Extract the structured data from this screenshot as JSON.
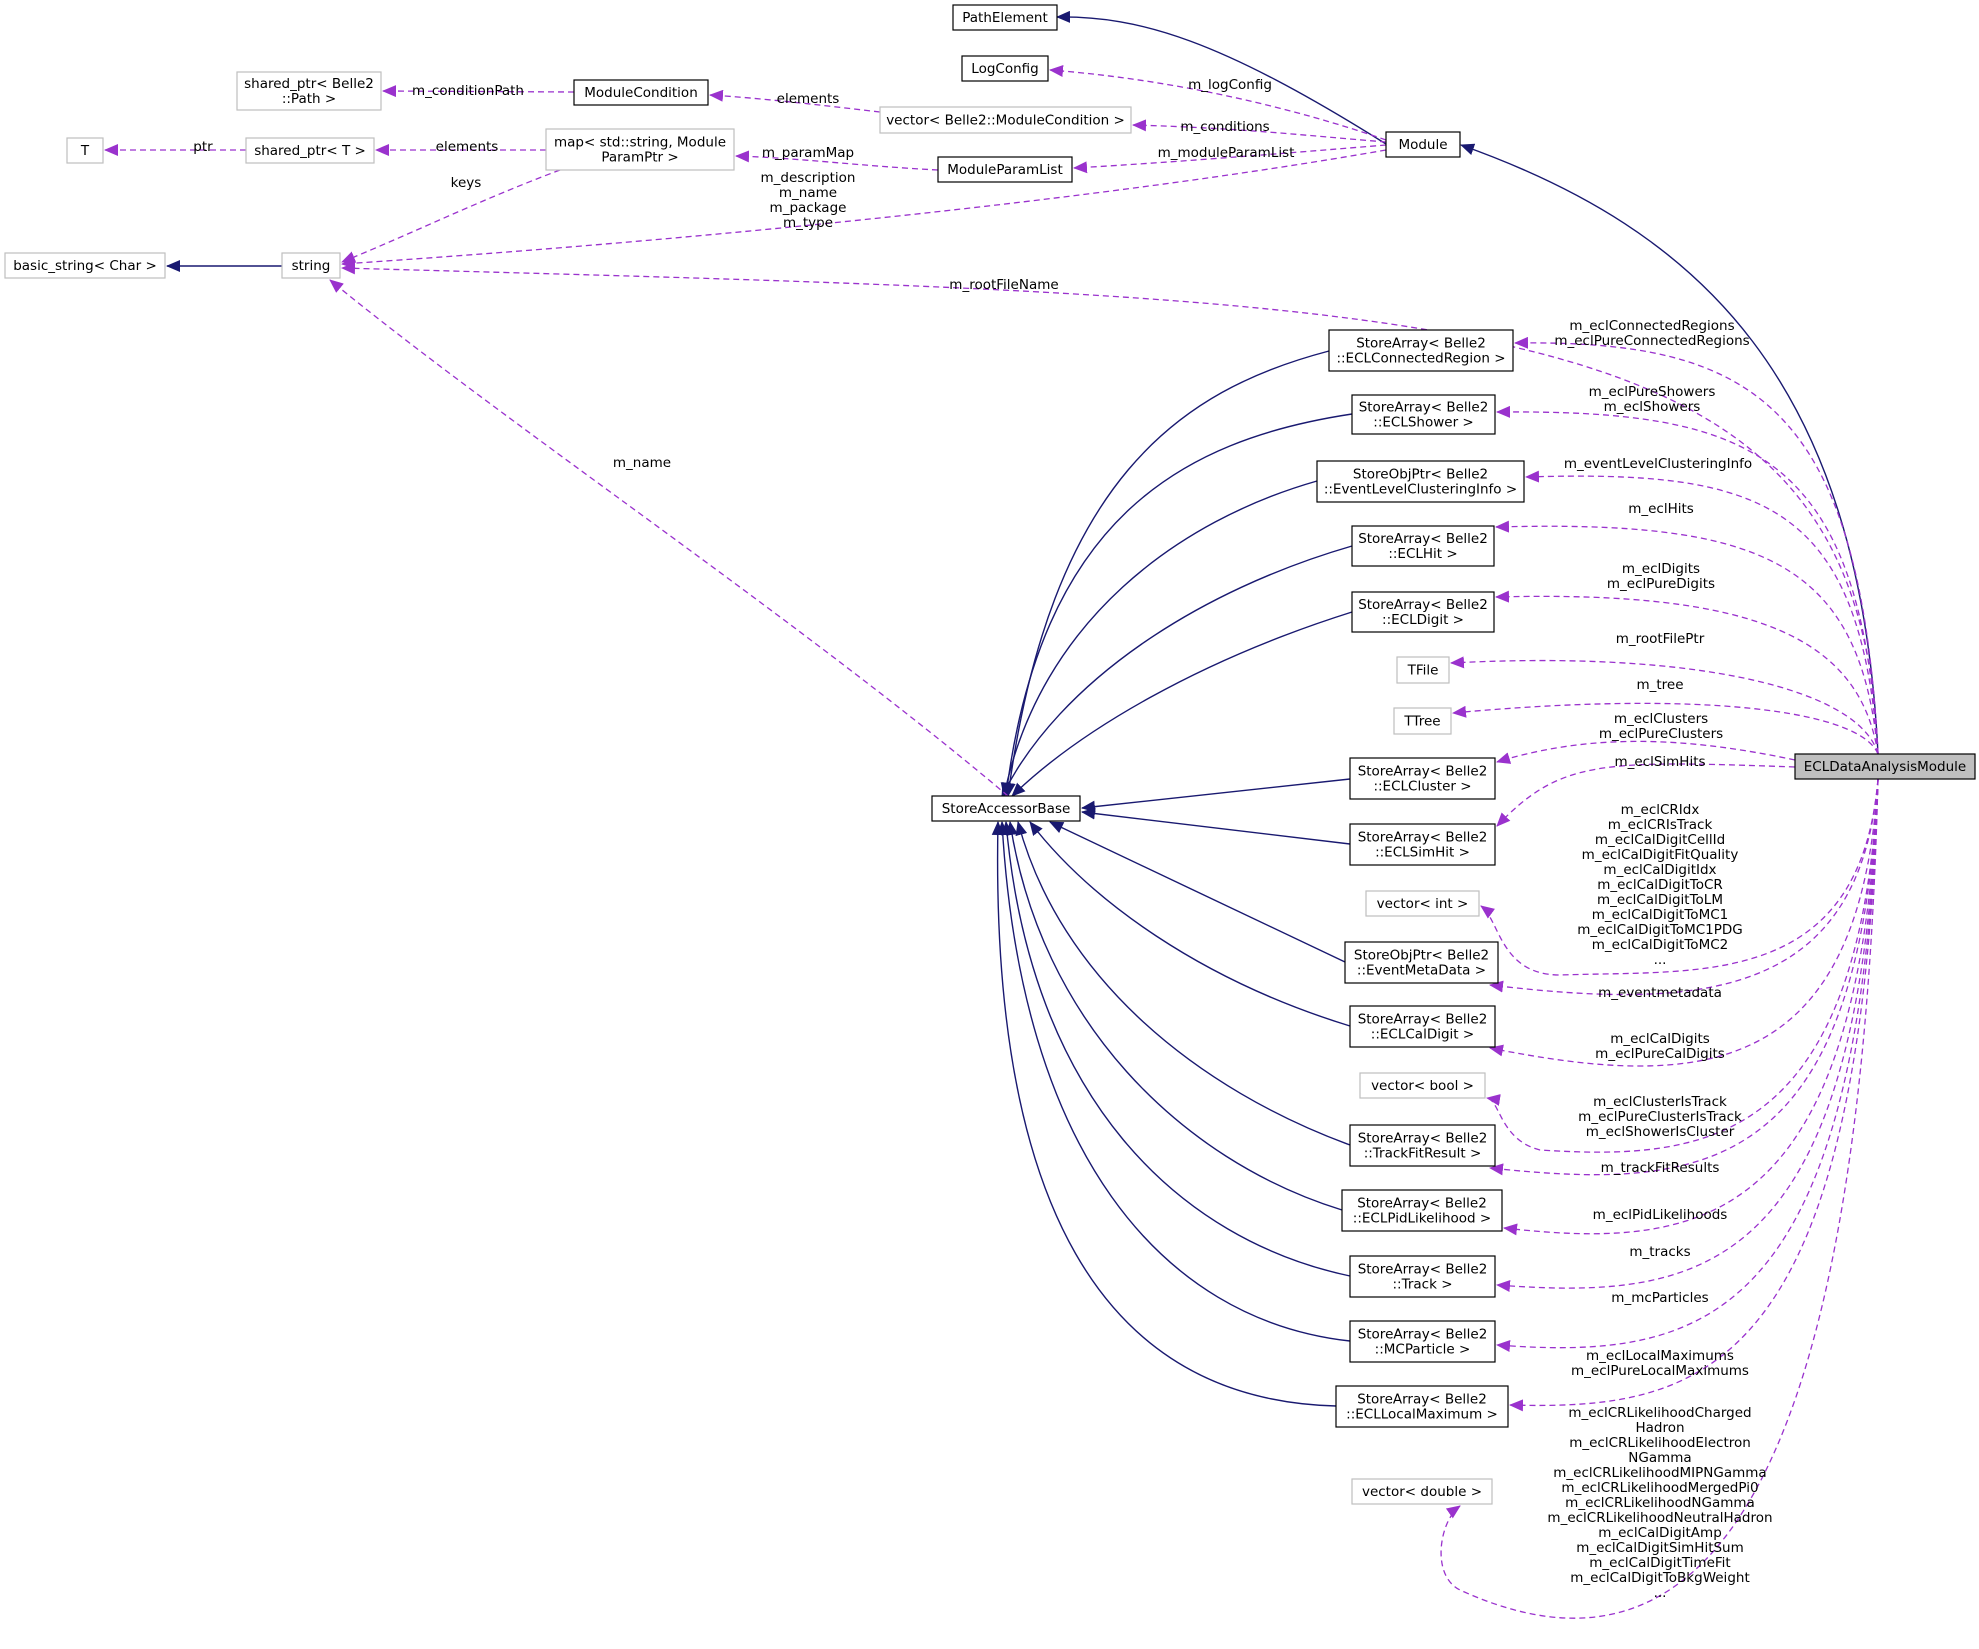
{
  "colors": {
    "inheritance_edge": "#191970",
    "usage_edge": "#9a32cd",
    "node_border_documented": "#000000",
    "node_border_undocumented": "#bfbfbf",
    "focus_node_fill": "#bfbfbf"
  },
  "nodes": {
    "PathElement": [
      "PathElement"
    ],
    "LogConfig": [
      "LogConfig"
    ],
    "sharedPtrPath": [
      "shared_ptr< Belle2",
      "::Path >"
    ],
    "ModuleCondition": [
      "ModuleCondition"
    ],
    "vecModCond": [
      "vector< Belle2::ModuleCondition >"
    ],
    "T": [
      "T"
    ],
    "sharedPtrT": [
      "shared_ptr< T >"
    ],
    "mapParam": [
      "map< std::string, Module",
      "ParamPtr >"
    ],
    "ModuleParamList": [
      "ModuleParamList"
    ],
    "Module": [
      "Module"
    ],
    "basicString": [
      "basic_string< Char >"
    ],
    "string": [
      "string"
    ],
    "saConnReg": [
      "StoreArray< Belle2",
      "::ECLConnectedRegion >"
    ],
    "saShower": [
      "StoreArray< Belle2",
      "::ECLShower >"
    ],
    "sopELCI": [
      "StoreObjPtr< Belle2",
      "::EventLevelClusteringInfo >"
    ],
    "saHit": [
      "StoreArray< Belle2",
      "::ECLHit >"
    ],
    "saDigit": [
      "StoreArray< Belle2",
      "::ECLDigit >"
    ],
    "TFile": [
      "TFile"
    ],
    "TTree": [
      "TTree"
    ],
    "ECLDataAnalysisModule": [
      "ECLDataAnalysisModule"
    ],
    "saCluster": [
      "StoreArray< Belle2",
      "::ECLCluster >"
    ],
    "StoreAccessorBase": [
      "StoreAccessorBase"
    ],
    "saSimHit": [
      "StoreArray< Belle2",
      "::ECLSimHit >"
    ],
    "vecInt": [
      "vector< int >"
    ],
    "sopEMD": [
      "StoreObjPtr< Belle2",
      "::EventMetaData >"
    ],
    "saCalDigit": [
      "StoreArray< Belle2",
      "::ECLCalDigit >"
    ],
    "vecBool": [
      "vector< bool >"
    ],
    "saTFR": [
      "StoreArray< Belle2",
      "::TrackFitResult >"
    ],
    "saPid": [
      "StoreArray< Belle2",
      "::ECLPidLikelihood >"
    ],
    "saTrack": [
      "StoreArray< Belle2",
      "::Track >"
    ],
    "saMCP": [
      "StoreArray< Belle2",
      "::MCParticle >"
    ],
    "saLM": [
      "StoreArray< Belle2",
      "::ECLLocalMaximum >"
    ],
    "vecDouble": [
      "vector< double >"
    ]
  },
  "edge_labels": {
    "m_conditionPath": [
      "m_conditionPath"
    ],
    "elements_cond": [
      "elements"
    ],
    "m_logConfig": [
      "m_logConfig"
    ],
    "m_conditions": [
      "m_conditions"
    ],
    "m_paramMap": [
      "m_paramMap"
    ],
    "m_moduleParamList": [
      "m_moduleParamList"
    ],
    "ptr": [
      "ptr"
    ],
    "elements_map": [
      "elements"
    ],
    "keys": [
      "keys"
    ],
    "module_strings": [
      "m_description",
      "m_name",
      "m_package",
      "m_type"
    ],
    "m_rootFileName": [
      "m_rootFileName"
    ],
    "m_name": [
      "m_name"
    ],
    "connReg": [
      "m_eclConnectedRegions",
      "m_eclPureConnectedRegions"
    ],
    "showers": [
      "m_eclPureShowers",
      "m_eclShowers"
    ],
    "elci": [
      "m_eventLevelClusteringInfo"
    ],
    "hits": [
      "m_eclHits"
    ],
    "digits": [
      "m_eclDigits",
      "m_eclPureDigits"
    ],
    "rootFilePtr": [
      "m_rootFilePtr"
    ],
    "tree": [
      "m_tree"
    ],
    "clusters": [
      "m_eclClusters",
      "m_eclPureClusters"
    ],
    "simHits": [
      "m_eclSimHits"
    ],
    "ints": [
      "m_eclCRIdx",
      "m_eclCRIsTrack",
      "m_eclCalDigitCellId",
      "m_eclCalDigitFitQuality",
      "m_eclCalDigitIdx",
      "m_eclCalDigitToCR",
      "m_eclCalDigitToLM",
      "m_eclCalDigitToMC1",
      "m_eclCalDigitToMC1PDG",
      "m_eclCalDigitToMC2",
      "..."
    ],
    "emd": [
      "m_eventmetadata"
    ],
    "calDigits": [
      "m_eclCalDigits",
      "m_eclPureCalDigits"
    ],
    "bools": [
      "m_eclClusterIsTrack",
      "m_eclPureClusterIsTrack",
      "m_eclShowerIsCluster"
    ],
    "tfr": [
      "m_trackFitResults"
    ],
    "pid": [
      "m_eclPidLikelihoods"
    ],
    "tracks": [
      "m_tracks"
    ],
    "mcp": [
      "m_mcParticles"
    ],
    "lm": [
      "m_eclLocalMaximums",
      "m_eclPureLocalMaximums"
    ],
    "doubles": [
      "m_eclCRLikelihoodCharged",
      "Hadron",
      "m_eclCRLikelihoodElectron",
      "NGamma",
      "m_eclCRLikelihoodMIPNGamma",
      "m_eclCRLikelihoodMergedPi0",
      "m_eclCRLikelihoodNGamma",
      "m_eclCRLikelihoodNeutralHadron",
      "m_eclCalDigitAmp",
      "m_eclCalDigitSimHitSum",
      "m_eclCalDigitTimeFit",
      "m_eclCalDigitToBkgWeight",
      "..."
    ]
  }
}
